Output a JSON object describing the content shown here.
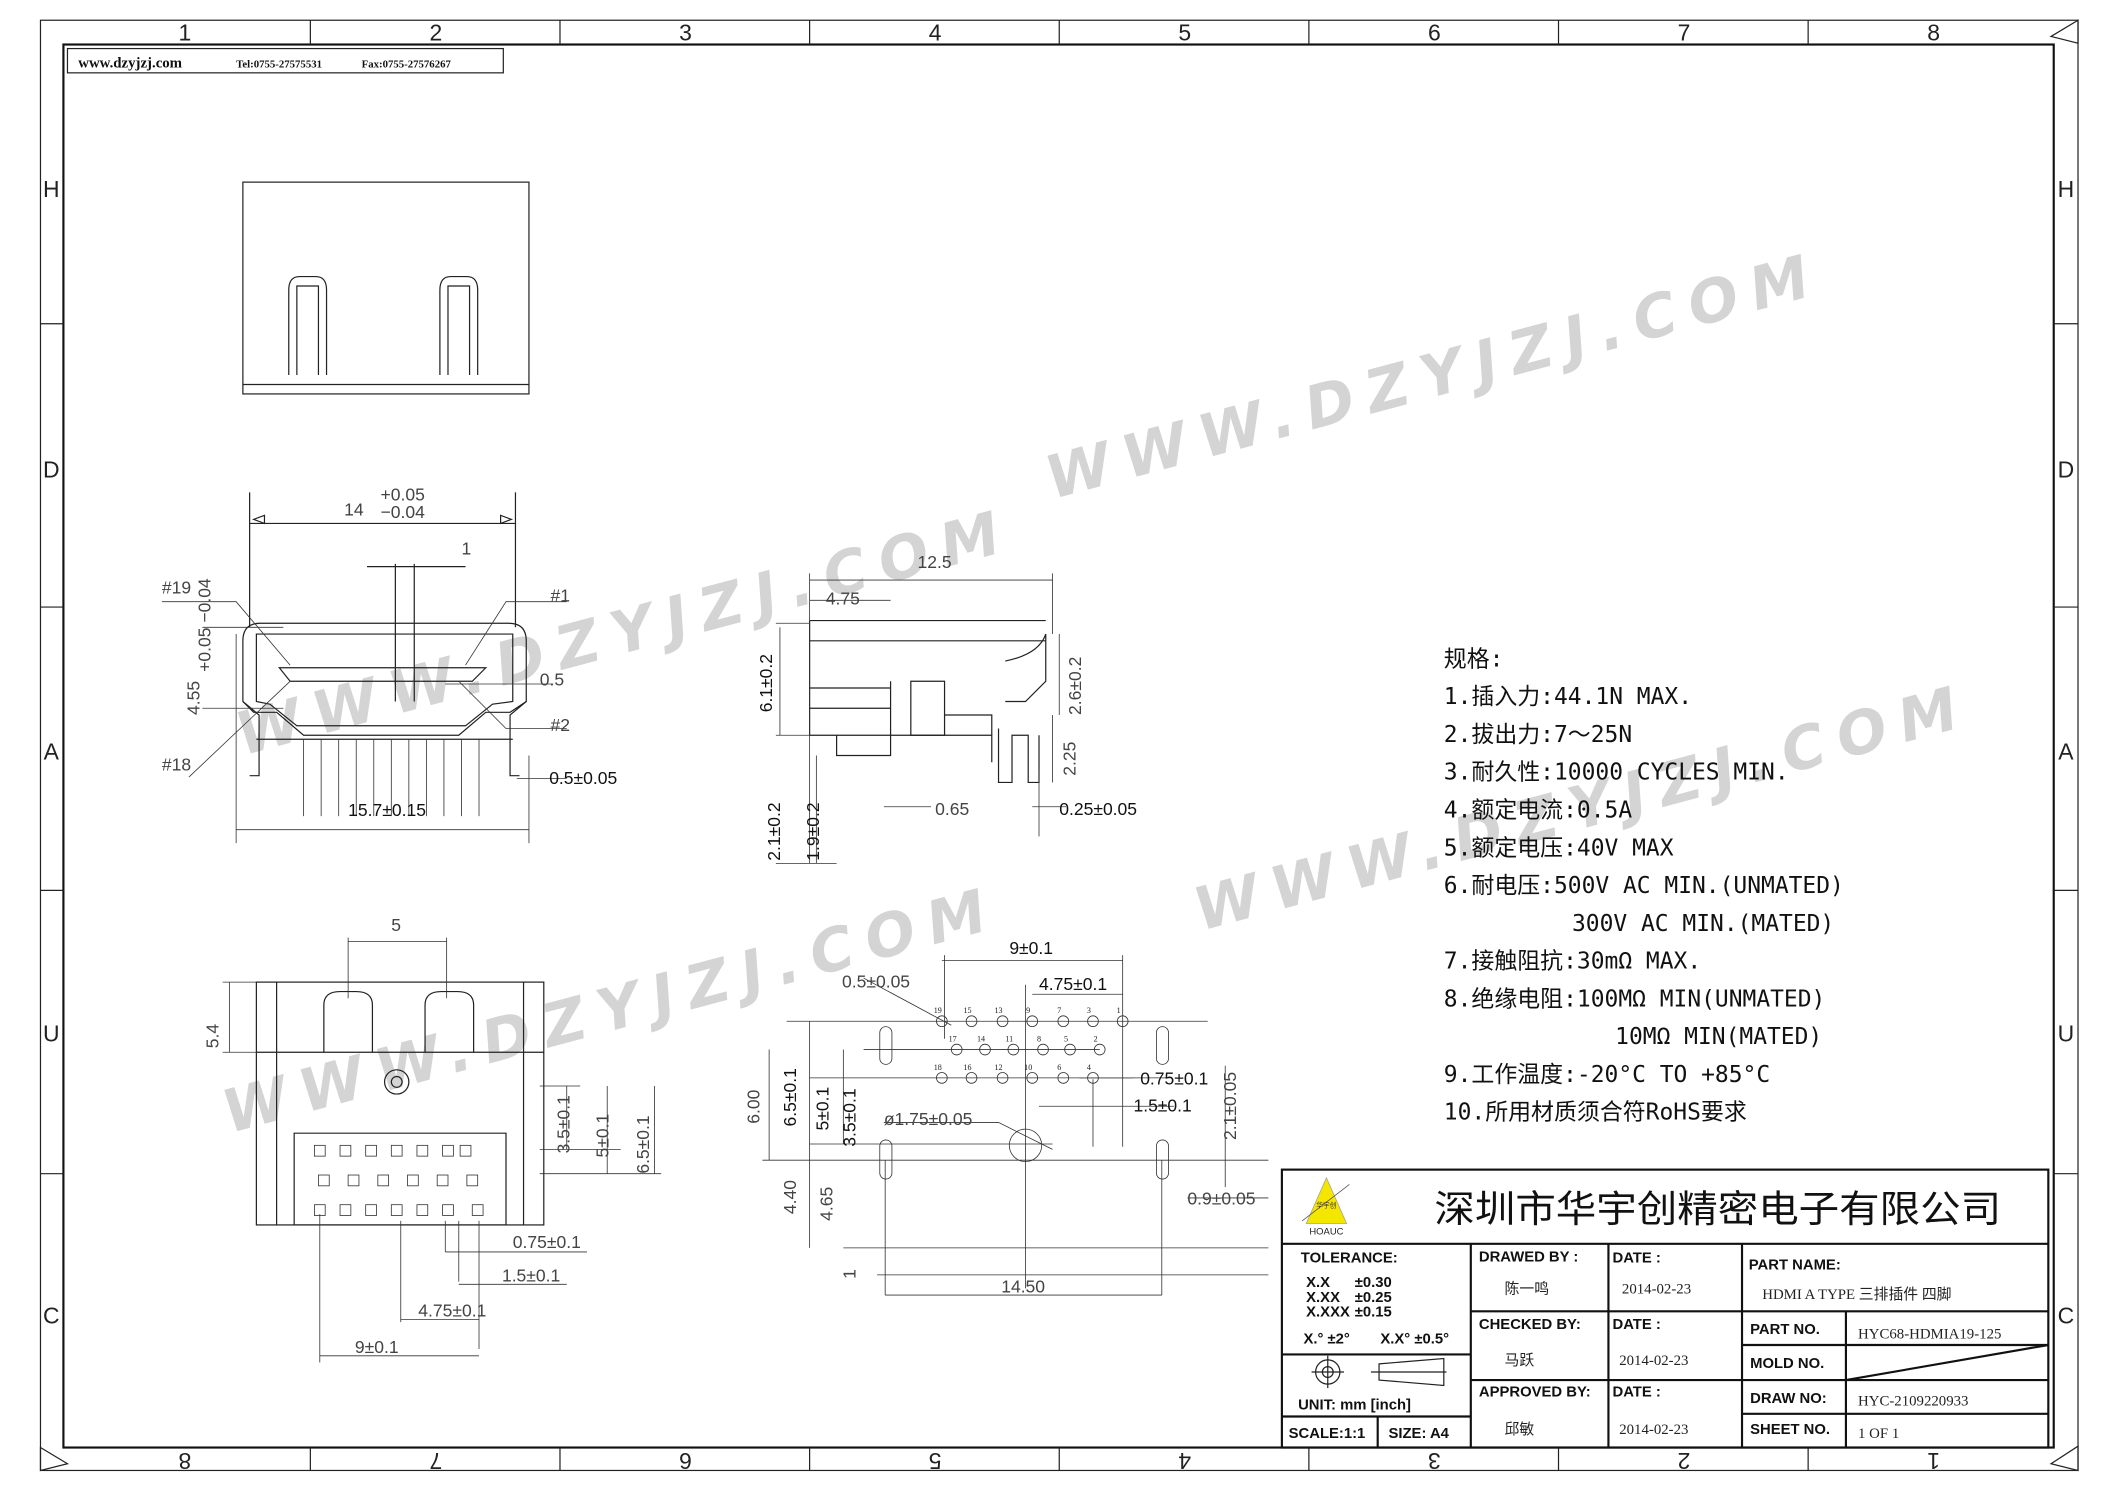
{
  "header": {
    "website": "www.dzyjzj.com",
    "tel": "Tel:0755-27575531",
    "fax": "Fax:0755-27576267"
  },
  "ruler": {
    "columns_top": [
      "1",
      "2",
      "3",
      "4",
      "5",
      "6",
      "7",
      "8"
    ],
    "columns_bottom": [
      "8",
      "7",
      "6",
      "5",
      "4",
      "3",
      "2",
      "1"
    ],
    "rows": [
      "H",
      "D",
      "A",
      "U",
      "C"
    ]
  },
  "watermark": "WWW.DZYJZJ.COM",
  "front_view": {
    "width": "14",
    "width_tol_plus": "+0.05",
    "width_tol_minus": "−0.04",
    "pitch": "1",
    "pin19": "#19",
    "pin1": "#1",
    "pin2": "#2",
    "pin18": "#18",
    "gap": "0.5",
    "height": "4.55",
    "height_tol": "+0.05 −0.04",
    "leg_width": "0.5±0.05",
    "overall_width": "15.7±0.15"
  },
  "side_view": {
    "length": "12.5",
    "offset": "4.75",
    "height": "6.1±0.2",
    "latch_height": "2.6±0.2",
    "pin_height": "2.25",
    "leg1": "2.1±0.2",
    "leg2": "1.9±0.2",
    "pin_offset": "0.65",
    "pin_thickness": "0.25±0.05"
  },
  "bottom_view": {
    "latch_spacing": "5",
    "height": "5.4",
    "row1": "3.5±0.1",
    "row2": "5±0.1",
    "row3": "6.5±0.1",
    "half_pitch": "0.75±0.1",
    "pitch": "1.5±0.1",
    "center": "4.75±0.1",
    "span": "9±0.1"
  },
  "pcb_layout": {
    "span": "9±0.1",
    "hole_dia": "0.5±0.05",
    "center": "4.75±0.1",
    "half_pitch": "0.75±0.1",
    "pitch": "1.5±0.1",
    "post_dia": "ø1.75±0.05",
    "d600": "6.00",
    "row3": "6.5±0.1",
    "row2": "5±0.1",
    "row1": "3.5±0.1",
    "slot_len": "2.1±0.05",
    "slot_width": "0.9±0.05",
    "d440": "4.40",
    "d465": "4.65",
    "d1": "1",
    "slot_span": "14.50",
    "row_top_pins": [
      "19",
      "15",
      "13",
      "9",
      "7",
      "3",
      "1"
    ],
    "row_mid_pins": [
      "17",
      "14",
      "11",
      "8",
      "5",
      "2"
    ],
    "row_bot_pins": [
      "18",
      "16",
      "12",
      "10",
      "6",
      "4"
    ]
  },
  "specs": {
    "title": "规格:",
    "lines": [
      "1.插入力:44.1N MAX.",
      "2.拔出力:7～25N",
      "3.耐久性:10000 CYCLES MIN.",
      "4.额定电流:0.5A",
      "5.额定电压:40V MAX",
      "6.耐电压:500V AC MIN.(UNMATED)",
      "300V AC MIN.(MATED)",
      "7.接触阻抗:30mΩ MAX.",
      "8.绝缘电阻:100MΩ MIN(UNMATED)",
      "10MΩ MIN(MATED)",
      "9.工作温度:-20°C TO +85°C",
      "10.所用材质须合符RoHS要求"
    ]
  },
  "title_block": {
    "company": "深圳市华宇创精密电子有限公司",
    "logo_text": "华宇创",
    "logo_brand": "HOAUC",
    "tolerance_label": "TOLERANCE:",
    "tolerances": [
      {
        "k": "X.X",
        "v": "±0.30"
      },
      {
        "k": "X.XX",
        "v": "±0.25"
      },
      {
        "k": "X.XXX",
        "v": "±0.15"
      }
    ],
    "angle_tol_1": "X.°  ±2°",
    "angle_tol_2": "X.X°  ±0.5°",
    "unit": "UNIT:  mm  [inch]",
    "scale": "SCALE:1:1",
    "size": "SIZE:  A4",
    "drawed_by_label": "DRAWED BY :",
    "drawed_by": "陈一鸣",
    "checked_by_label": "CHECKED BY:",
    "checked_by": "马跃",
    "approved_by_label": "APPROVED BY:",
    "approved_by": "邱敏",
    "date_label": "DATE :",
    "date_drawed": "2014-02-23",
    "date_checked": "2014-02-23",
    "date_approved": "2014-02-23",
    "part_name_label": "PART NAME:",
    "part_name": "HDMI A TYPE 三排插件 四脚",
    "part_no_label": "PART NO.",
    "part_no": "HYC68-HDMIA19-125",
    "mold_no_label": "MOLD NO.",
    "draw_no_label": "DRAW NO:",
    "draw_no": "HYC-2109220933",
    "sheet_no_label": "SHEET NO.",
    "sheet_no": "1 OF 1"
  }
}
